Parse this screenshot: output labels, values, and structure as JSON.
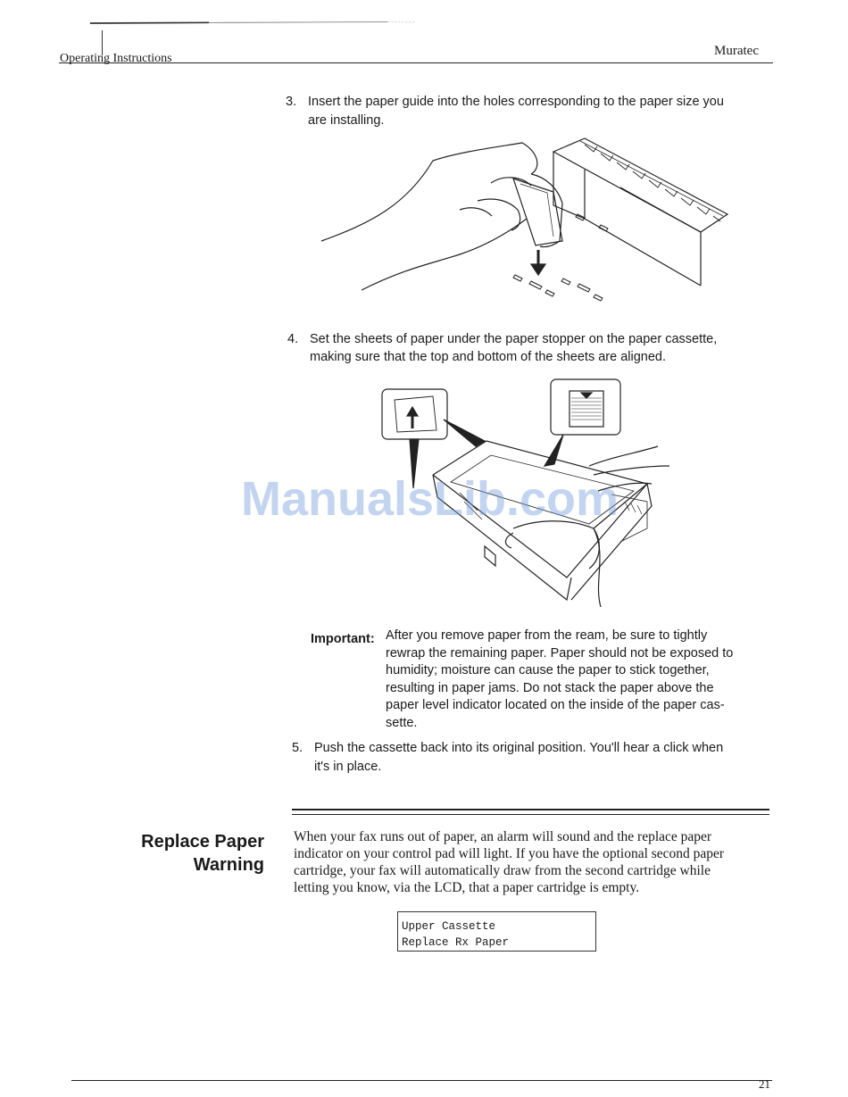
{
  "header": {
    "left": "Operating Instructions",
    "right": "Muratec"
  },
  "steps": [
    {
      "num": "3.",
      "lines": [
        "Insert the paper guide into the holes corresponding to the paper size you",
        "are installing."
      ]
    },
    {
      "num": "4.",
      "lines": [
        "Set the sheets of paper under the paper stopper on the paper cassette,",
        "making sure that the top and bottom of the sheets are aligned."
      ]
    },
    {
      "num": "5.",
      "lines": [
        "Push the cassette back into its original position. You'll hear a click when",
        "it's in place."
      ]
    }
  ],
  "important": {
    "label": "Important:",
    "lines": [
      "After you remove paper from the ream, be sure to tightly",
      "rewrap the remaining paper. Paper should not be exposed to",
      "humidity; moisture can cause the paper to stick together,",
      "resulting in paper jams. Do not stack the paper above the",
      "paper level indicator located on the inside of the paper cas-",
      "sette."
    ]
  },
  "section": {
    "title_line1": "Replace Paper",
    "title_line2": "Warning",
    "body_lines": [
      "When your fax runs out of paper, an alarm will sound and the replace paper",
      "indicator on your control pad will light. If you have the optional second paper",
      "cartridge, your fax will automatically draw from the second cartridge while",
      "letting you know, via the LCD, that a paper cartridge is empty."
    ]
  },
  "lcd": {
    "line1": "Upper Cassette",
    "line2": "Replace Rx Paper"
  },
  "watermark": "ManualsLib.com",
  "page_number": "21"
}
